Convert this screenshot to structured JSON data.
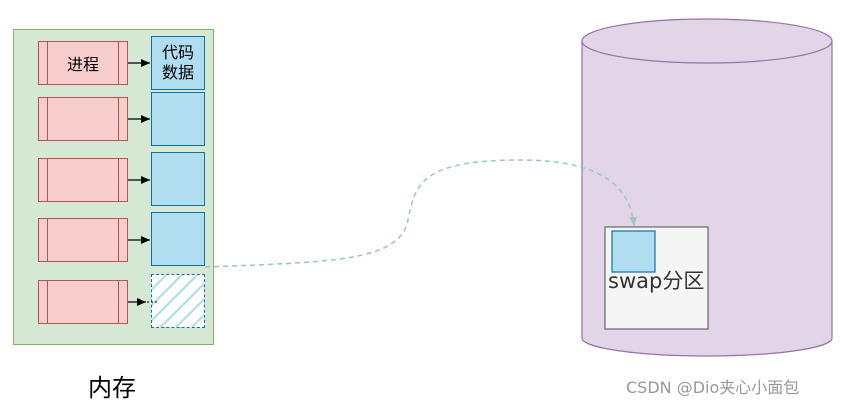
{
  "memory": {
    "label": "内存",
    "process_label": "进程",
    "page_label_line1": "代码",
    "page_label_line2": "数据"
  },
  "disk": {
    "swap_label": "swap分区"
  },
  "watermark": "CSDN @Dio夹心小面包",
  "colors": {
    "memory_fill": "#d5e8d4",
    "memory_stroke": "#82b366",
    "process_fill": "#f8cecc",
    "process_stroke": "#b85450",
    "page_fill": "#b1ddf0",
    "page_stroke": "#10739e",
    "disk_fill": "#e1d5e7",
    "disk_stroke": "#9673a6",
    "swap_area_fill": "#f5f5f5",
    "dashed_link": "#9ac7bf"
  }
}
